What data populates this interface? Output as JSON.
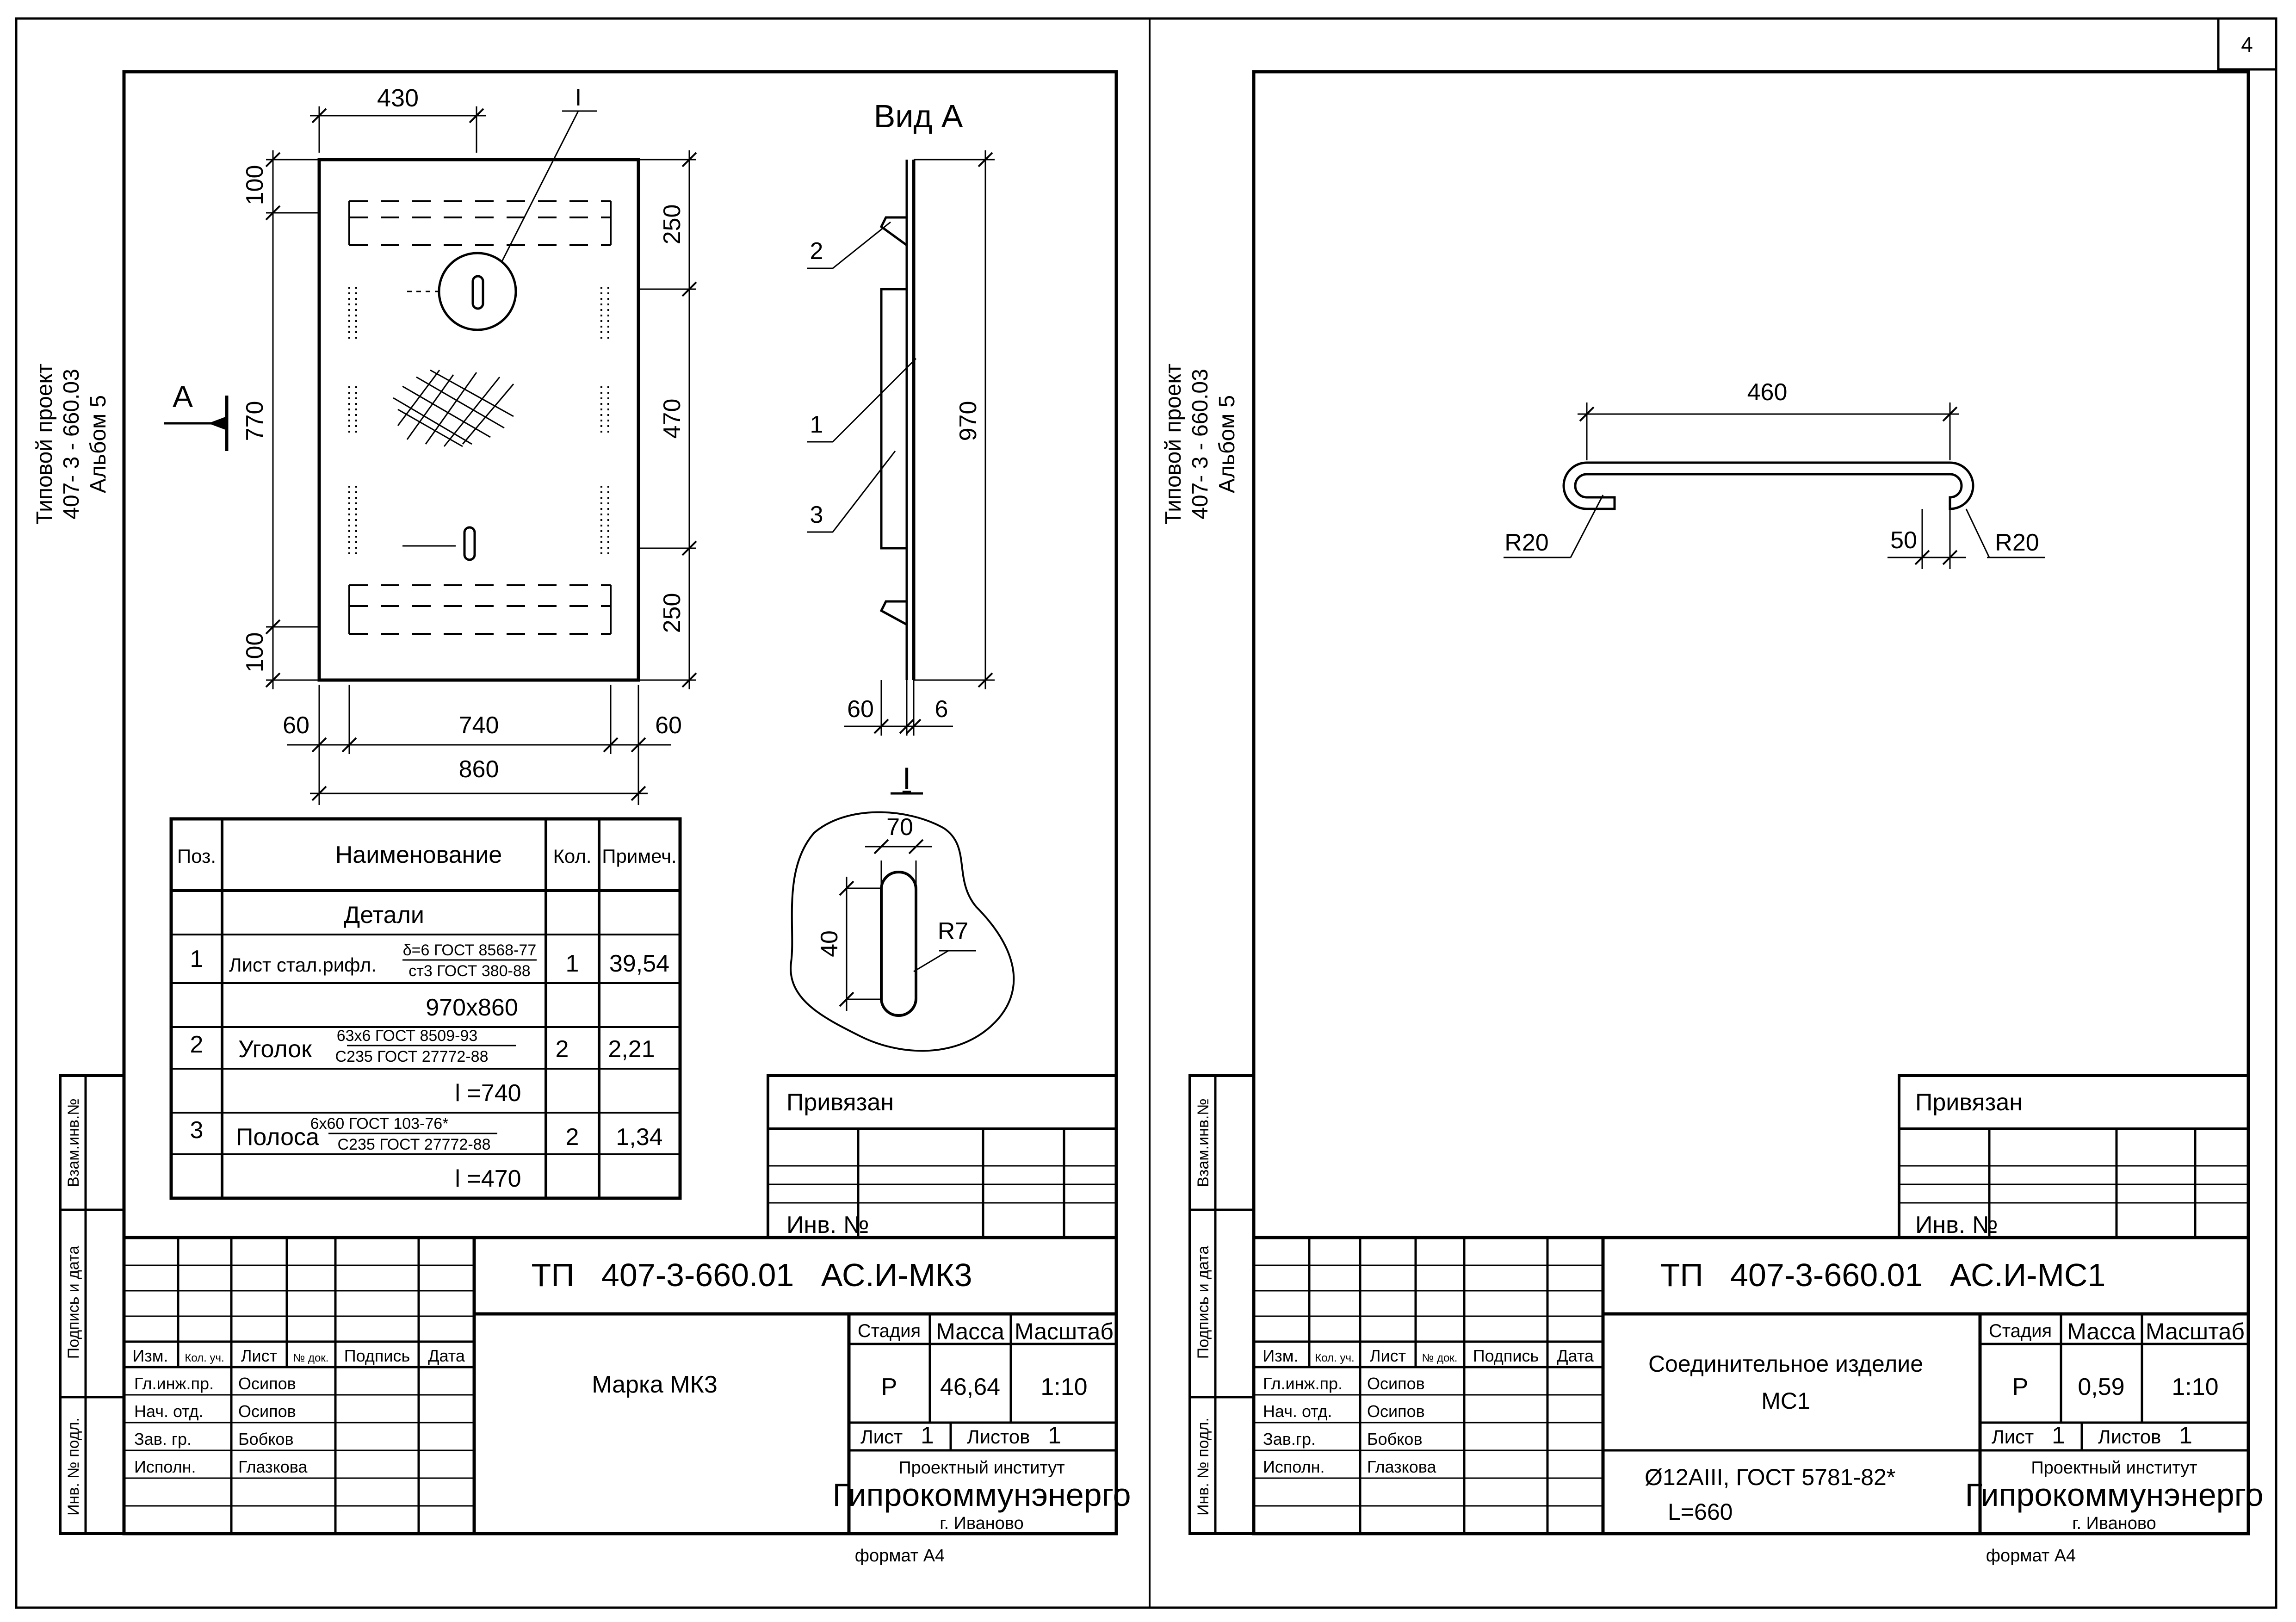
{
  "page_number": "4",
  "sheets": [
    {
      "side_label": [
        "Типовой проект",
        "407- 3 - 660.03",
        "Альбом 5"
      ],
      "main_title": "ТП   407-3-660.01   АС.И-МК3",
      "product_name": "Марка МК3",
      "stage_label": "Стадия",
      "mass_label": "Масса",
      "scale_label": "Масштаб",
      "stage": "Р",
      "mass": "46,64",
      "scale": "1:10",
      "sheet_label": "Лист",
      "sheet_no": "1",
      "sheets_label": "Листов",
      "sheets_total": "1",
      "institute_line1": "Проектный институт",
      "institute_name": "Гипрокоммунэнерго",
      "institute_city": "г. Иваново",
      "format": "формат А4",
      "privyazan": "Привязан",
      "inv_no": "Инв. №",
      "rev_headers": [
        "Изм.",
        "Кол. уч.",
        "Лист",
        "№ док.",
        "Подпись",
        "Дата"
      ],
      "roles": [
        "Гл.инж.пр.",
        "Нач. отд.",
        "Зав. гр.",
        "Исполн."
      ],
      "names": [
        "Осипов",
        "Осипов",
        "Бобков",
        "Глазкова"
      ],
      "left_strip": [
        "Взам.инв.№",
        "Подпись и дата",
        "Инв. № подл."
      ]
    },
    {
      "side_label": [
        "Типовой проект",
        "407- 3 - 660.03",
        "Альбом 5"
      ],
      "main_title": "ТП   407-3-660.01   АС.И-МС1",
      "product_name_1": "Соединительное изделие",
      "product_name_2": "МС1",
      "material_1": "Ø12АIII, ГОСТ 5781-82*",
      "material_2": "L=660",
      "stage_label": "Стадия",
      "mass_label": "Масса",
      "scale_label": "Масштаб",
      "stage": "Р",
      "mass": "0,59",
      "scale": "1:10",
      "sheet_label": "Лист",
      "sheet_no": "1",
      "sheets_label": "Листов",
      "sheets_total": "1",
      "institute_line1": "Проектный институт",
      "institute_name": "Гипрокоммунэнерго",
      "institute_city": "г. Иваново",
      "format": "формат А4",
      "privyazan": "Привязан",
      "inv_no": "Инв. №",
      "rev_headers": [
        "Изм.",
        "Кол. уч.",
        "Лист",
        "№ док.",
        "Подпись",
        "Дата"
      ],
      "roles": [
        "Гл.инж.пр.",
        "Нач. отд.",
        "Зав.гр.",
        "Исполн."
      ],
      "names": [
        "Осипов",
        "Осипов",
        "Бобков",
        "Глазкова"
      ],
      "left_strip": [
        "Взам.инв.№",
        "Подпись и дата",
        "Инв. № подл."
      ]
    }
  ],
  "plan": {
    "dims": {
      "top": "430",
      "height": "770",
      "top_offset": "100",
      "bottom_offset": "100",
      "right_top": "250",
      "right_mid": "470",
      "right_bottom": "250",
      "left_margin": "60",
      "inner": "740",
      "right_margin": "60",
      "overall": "860"
    },
    "section_mark": "А",
    "callout": "I"
  },
  "view_a": {
    "title": "Вид А",
    "height": "970",
    "left_dim": "60",
    "thickness": "6",
    "items": [
      "2",
      "1",
      "3"
    ]
  },
  "detail_i": {
    "title": "I",
    "width": "70",
    "length": "40",
    "radius": "R7"
  },
  "spec": {
    "headers": [
      "Поз.",
      "Наименование",
      "Кол.",
      "Примеч."
    ],
    "section": "Детали",
    "rows": [
      {
        "pos": "1",
        "name": "Лист стал.рифл.",
        "std_top": "δ=6 ГОСТ 8568-77",
        "std_bottom": "ст3 ГОСТ 380-88",
        "qty": "1",
        "note": "39,54",
        "size": "970x860"
      },
      {
        "pos": "2",
        "name": "Уголок",
        "std_top": "63х6 ГОСТ 8509-93",
        "std_bottom": "С235 ГОСТ 27772-88",
        "qty": "2",
        "note": "2,21",
        "size": "l =740"
      },
      {
        "pos": "3",
        "name": "Полоса",
        "std_top": "6х60 ГОСТ 103-76*",
        "std_bottom": "С235 ГОСТ 27772-88",
        "qty": "2",
        "note": "1,34",
        "size": "l =470"
      }
    ]
  },
  "mc1": {
    "length": "460",
    "r_left": "R20",
    "r_right": "R20",
    "gap": "50"
  }
}
